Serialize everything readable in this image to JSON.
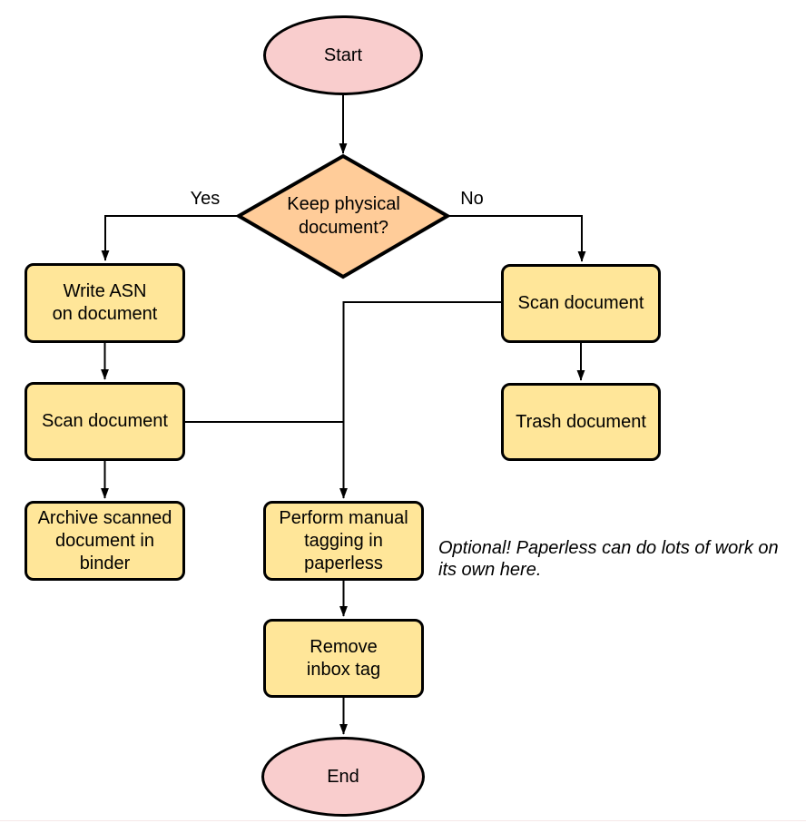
{
  "colors": {
    "terminal_fill": "#F9CDCD",
    "decision_fill": "#FFCC99",
    "process_fill": "#FFE699",
    "stroke": "#000000",
    "text": "#000000",
    "bottom_rule": "#f5e8e8"
  },
  "nodes": {
    "start": {
      "type": "terminal",
      "label": "Start",
      "lines": [
        "Start"
      ]
    },
    "decision": {
      "type": "decision",
      "label": "Keep physical document?",
      "lines": [
        "Keep physical",
        "document?"
      ]
    },
    "write_asn": {
      "type": "process",
      "label": "Write ASN on document",
      "lines": [
        "Write ASN",
        "on document"
      ]
    },
    "scan_left": {
      "type": "process",
      "label": "Scan document",
      "lines": [
        "Scan document"
      ]
    },
    "archive": {
      "type": "process",
      "label": "Archive scanned document in binder",
      "lines": [
        "Archive scanned",
        "document in",
        "binder"
      ]
    },
    "scan_right": {
      "type": "process",
      "label": "Scan document",
      "lines": [
        "Scan document"
      ]
    },
    "trash": {
      "type": "process",
      "label": "Trash document",
      "lines": [
        "Trash document"
      ]
    },
    "tagging": {
      "type": "process",
      "label": "Perform manual tagging in paperless",
      "lines": [
        "Perform manual",
        "tagging in",
        "paperless"
      ]
    },
    "remove_inbox": {
      "type": "process",
      "label": "Remove inbox tag",
      "lines": [
        "Remove",
        "inbox tag"
      ]
    },
    "end": {
      "type": "terminal",
      "label": "End",
      "lines": [
        "End"
      ]
    }
  },
  "edge_labels": {
    "yes": "Yes",
    "no": "No"
  },
  "annotation": {
    "text": "Optional! Paperless can do lots of work on its own here.",
    "lines": [
      "Optional! Paperless can do lots of work on",
      "its own here."
    ]
  }
}
